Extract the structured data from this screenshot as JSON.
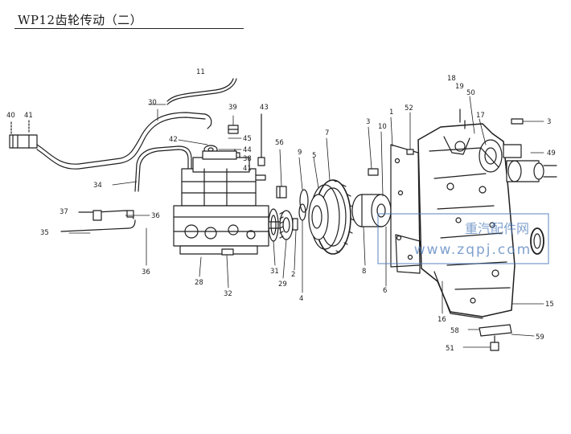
{
  "title": "WP12齿轮传动（二）",
  "watermark": {
    "line1": "重汽配件网",
    "line2": "www.zqpj.com",
    "color": "#4a78b8"
  },
  "ink_color": "#1e1e1e",
  "callouts": {
    "c40": "40",
    "c41a": "41",
    "c11": "11",
    "c30": "30",
    "c39": "39",
    "c43": "43",
    "c42": "42",
    "c45": "45",
    "c44": "44",
    "c38": "38",
    "c41": "41",
    "c34": "34",
    "c56": "56",
    "c9": "9",
    "c5": "5",
    "c7": "7",
    "c3a": "3",
    "c10": "10",
    "c1": "1",
    "c52": "52",
    "c18": "18",
    "c19": "19",
    "c50": "50",
    "c17": "17",
    "c3b": "3",
    "c49": "49",
    "c37": "37",
    "c36a": "36",
    "c35": "35",
    "c36b": "36",
    "c28": "28",
    "c32": "32",
    "c31": "31",
    "c29": "29",
    "c2": "2",
    "c4": "4",
    "c8": "8",
    "c6": "6",
    "c16": "16",
    "c15": "15",
    "c58": "58",
    "c59": "59",
    "c51": "51"
  }
}
